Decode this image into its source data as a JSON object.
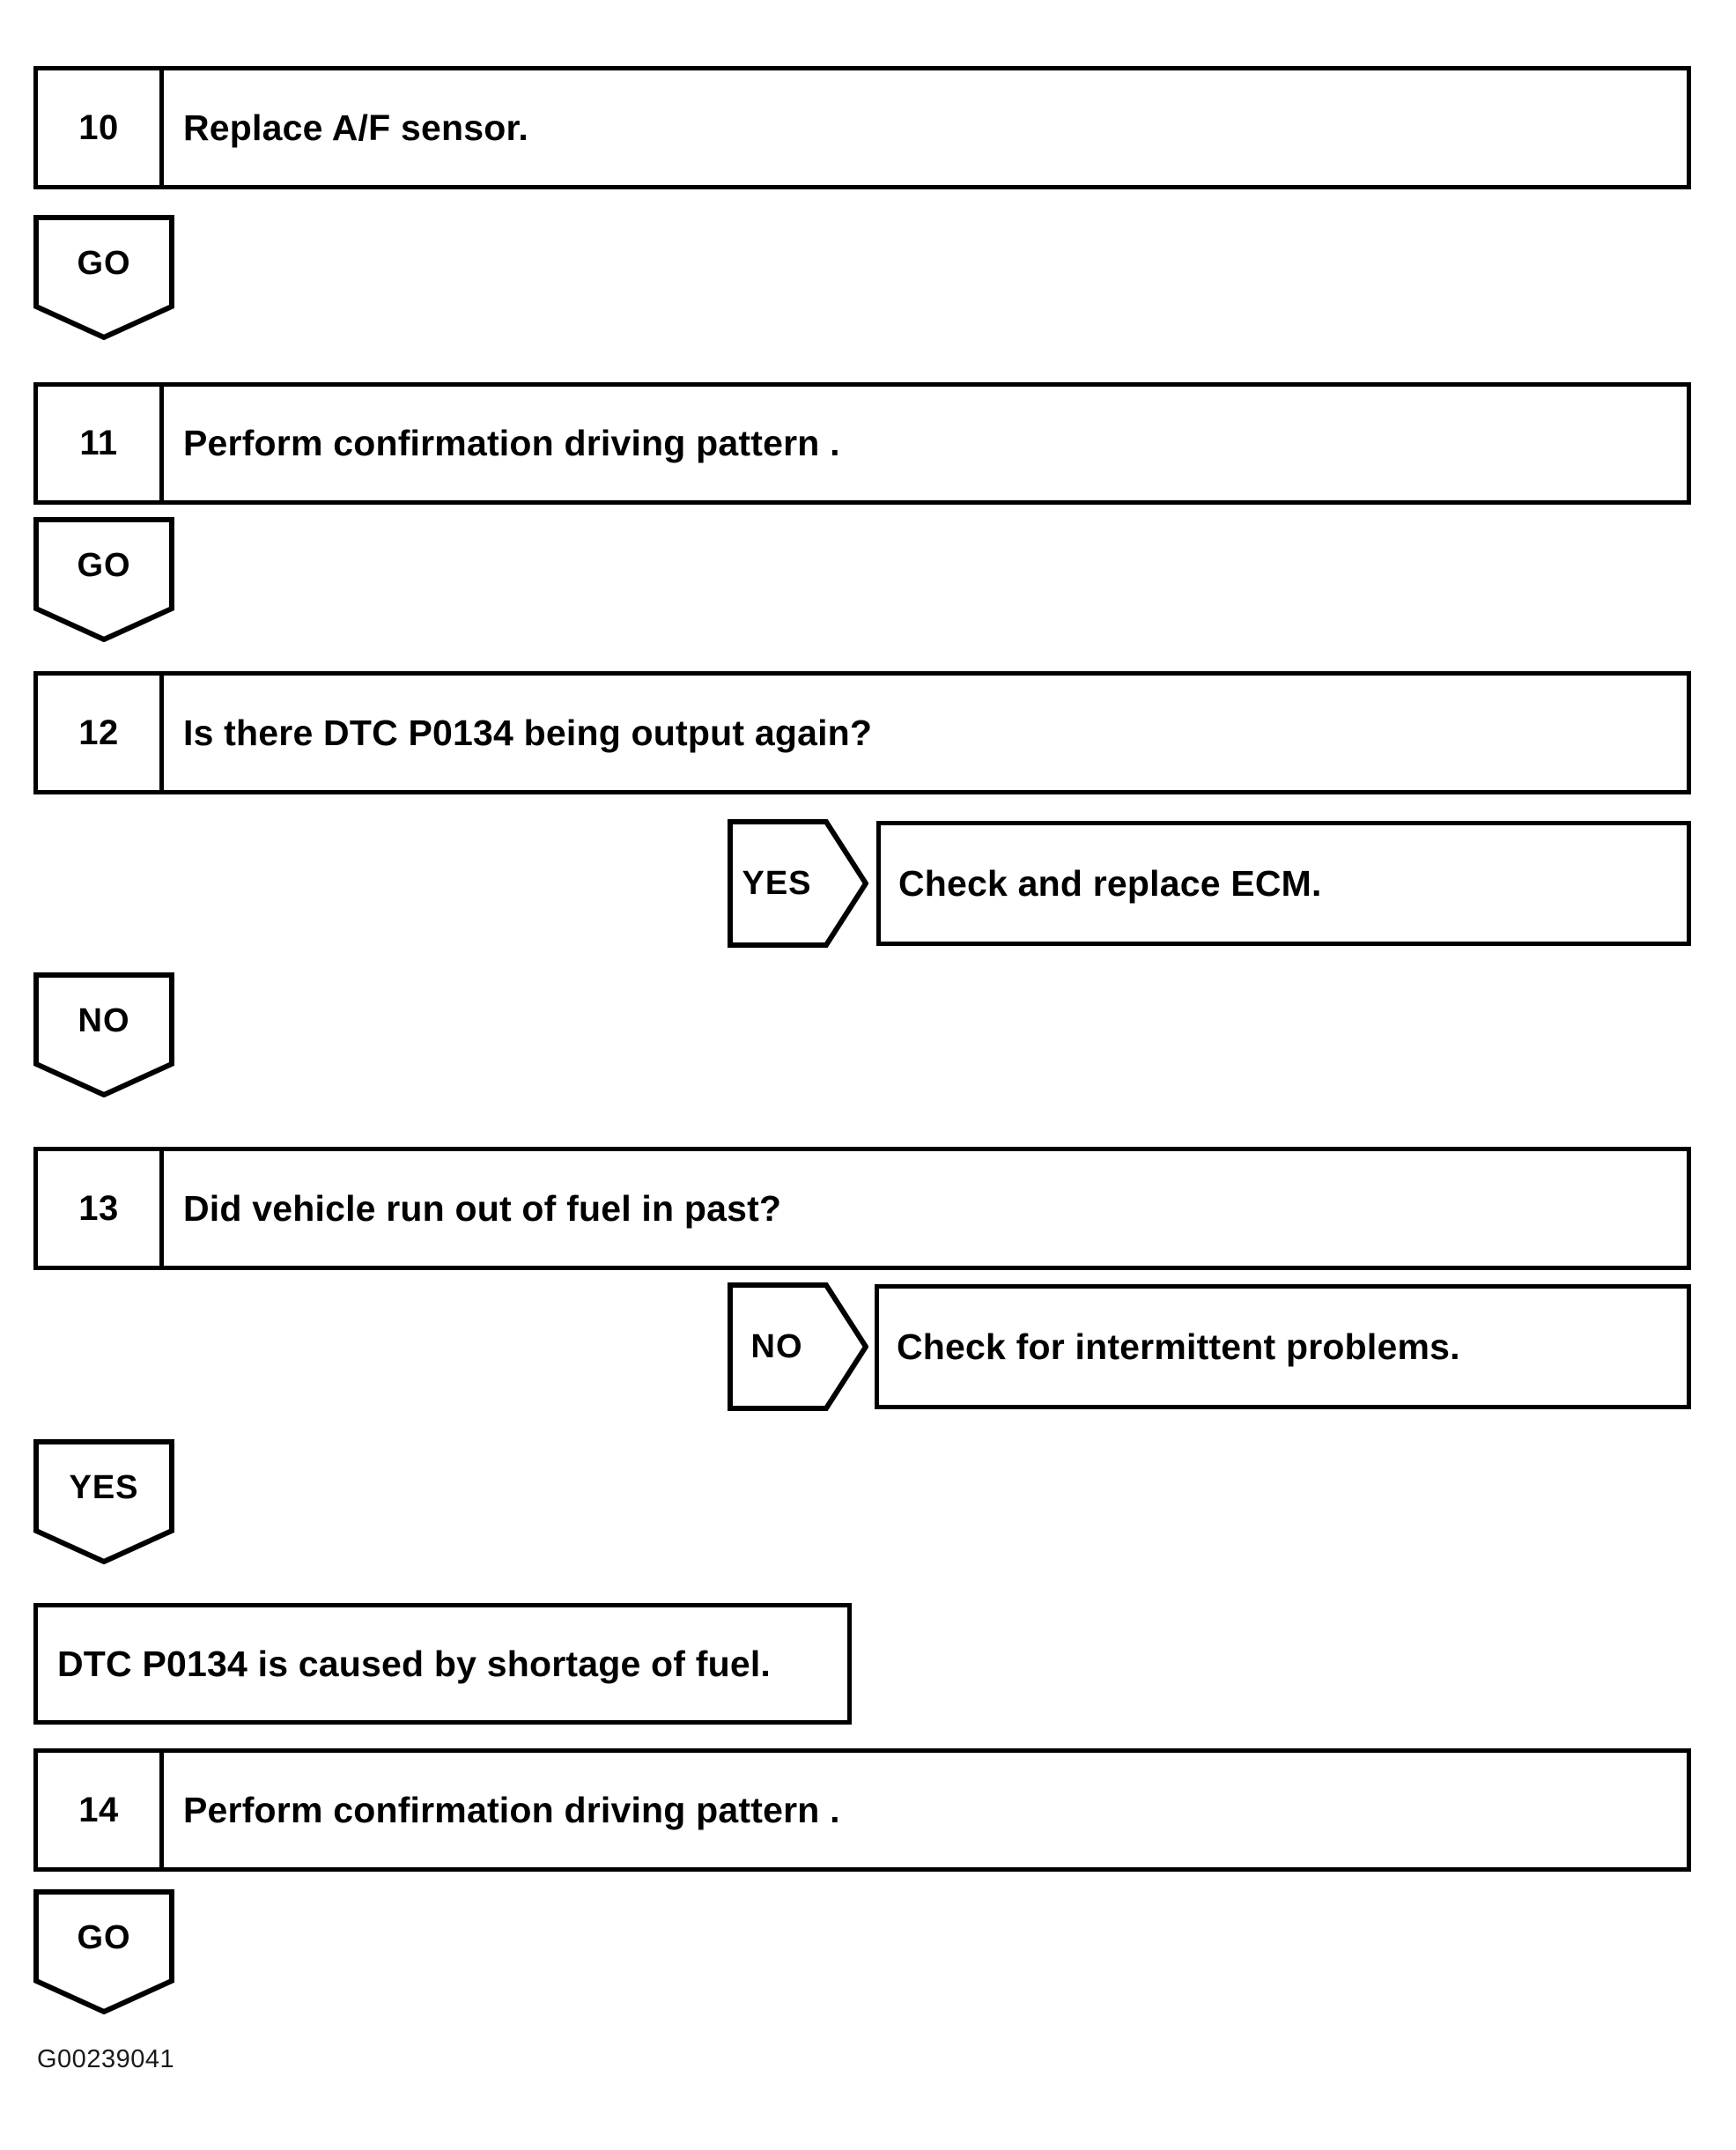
{
  "figure": {
    "id_label": "G00239041",
    "type": "diagnostic-flowchart",
    "line_color": "#000000",
    "background_color": "#ffffff"
  },
  "steps": [
    {
      "number": "10",
      "text": "Replace A/F sensor."
    },
    {
      "number": "11",
      "text": "Perform confirmation driving pattern ."
    },
    {
      "number": "12",
      "text": "Is there DTC P0134 being output again?"
    },
    {
      "number": "13",
      "text": "Did vehicle run out of fuel in past?"
    },
    {
      "number": "14",
      "text": "Perform confirmation driving pattern ."
    }
  ],
  "flow_tokens": {
    "go_after_step10": "GO",
    "go_after_step11": "GO",
    "no_after_step12": "NO",
    "yes_after_step13": "YES",
    "go_after_step14": "GO"
  },
  "branches": [
    {
      "from_step": "12",
      "answer": "YES",
      "action": "Check and replace ECM."
    },
    {
      "from_step": "13",
      "answer": "NO",
      "action": "Check for intermittent problems."
    }
  ],
  "result_box": {
    "text": "DTC P0134 is caused by shortage of fuel."
  }
}
